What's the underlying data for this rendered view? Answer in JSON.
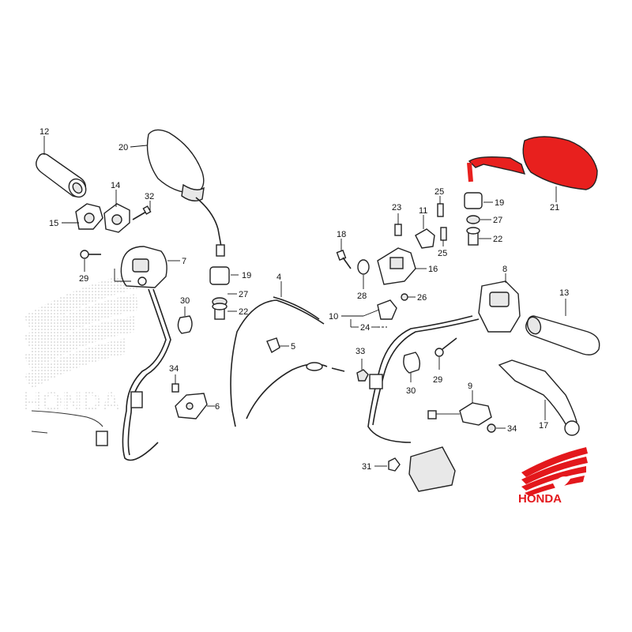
{
  "callouts": {
    "c1": "12",
    "c2": "20",
    "c3": "14",
    "c4": "32",
    "c5": "15",
    "c6": "7",
    "c7": "29",
    "c8": "19",
    "c9": "27",
    "c10": "22",
    "c11": "30",
    "c12": "34",
    "c13": "6",
    "c14": "4",
    "c15": "5",
    "c16": "18",
    "c17": "23",
    "c18": "11",
    "c19": "25",
    "c20": "25",
    "c21": "16",
    "c22": "28",
    "c23": "26",
    "c24": "10",
    "c25": "24",
    "c26": "33",
    "c27": "30",
    "c28": "29",
    "c29": "8",
    "c30": "9",
    "c31": "34",
    "c32": "31",
    "c33": "19",
    "c34": "27",
    "c35": "22",
    "c36": "21",
    "c37": "13",
    "c38": "17"
  },
  "brand": {
    "name": "HONDA",
    "color": "#e3181c"
  },
  "watermark_text": "HONDA",
  "highlight_color": "#e8201e"
}
